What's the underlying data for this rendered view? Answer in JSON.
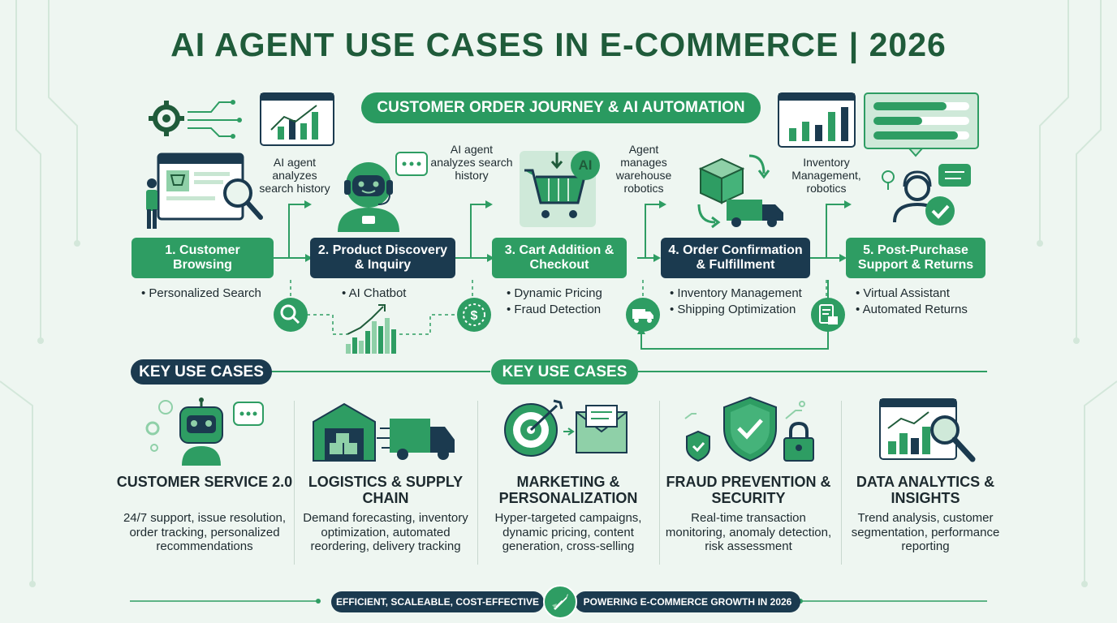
{
  "title": "AI AGENT USE CASES IN E-COMMERCE | 2026",
  "journey": {
    "label": "CUSTOMER ORDER JOURNEY & AI AUTOMATION",
    "notes": [
      {
        "text": "AI agent analyzes search history"
      },
      {
        "text": "AI agent analyzes search history"
      },
      {
        "text": "Agent manages warehouse robotics"
      },
      {
        "text": "Inventory Management, robotics"
      }
    ],
    "stages": [
      {
        "label": "1. Customer Browsing",
        "bullets": [
          "Personalized Search"
        ]
      },
      {
        "label": "2. Product Discovery & Inquiry",
        "bullets": [
          "AI Chatbot"
        ]
      },
      {
        "label": "3. Cart Addition & Checkout",
        "bullets": [
          "Dynamic Pricing",
          "Fraud Detection"
        ]
      },
      {
        "label": "4. Order Confirmation & Fulfillment",
        "bullets": [
          "Inventory Management",
          "Shipping Optimization"
        ]
      },
      {
        "label": "5. Post-Purchase Support & Returns",
        "bullets": [
          "Virtual Assistant",
          "Automated Returns"
        ]
      }
    ],
    "cart_badge": "AI"
  },
  "key_use_cases": {
    "label_left": "KEY USE CASES",
    "label_center": "KEY USE CASES",
    "items": [
      {
        "title": "CUSTOMER SERVICE 2.0",
        "desc": "24/7 support, issue resolution, order tracking, personalized recommendations"
      },
      {
        "title": "LOGISTICS & SUPPLY CHAIN",
        "desc": "Demand forecasting, inventory optimization, automated reordering, delivery tracking"
      },
      {
        "title": "MARKETING & PERSONALIZATION",
        "desc": "Hyper-targeted campaigns, dynamic pricing, content generation, cross-selling"
      },
      {
        "title": "FRAUD PREVENTION & SECURITY",
        "desc": "Real-time transaction monitoring, anomaly detection, risk assessment"
      },
      {
        "title": "DATA ANALYTICS & INSIGHTS",
        "desc": "Trend analysis, customer segmentation, performance reporting"
      }
    ]
  },
  "footer": {
    "left": "EFFICIENT, SCALEABLE, COST-EFFECTIVE",
    "right": "POWERING E-COMMERCE GROWTH IN 2026"
  },
  "colors": {
    "green": "#2e9d63",
    "dark_green": "#1f5b3a",
    "navy": "#1b3a4f",
    "light_green": "#8fd0a8",
    "background": "#eef6f1"
  }
}
